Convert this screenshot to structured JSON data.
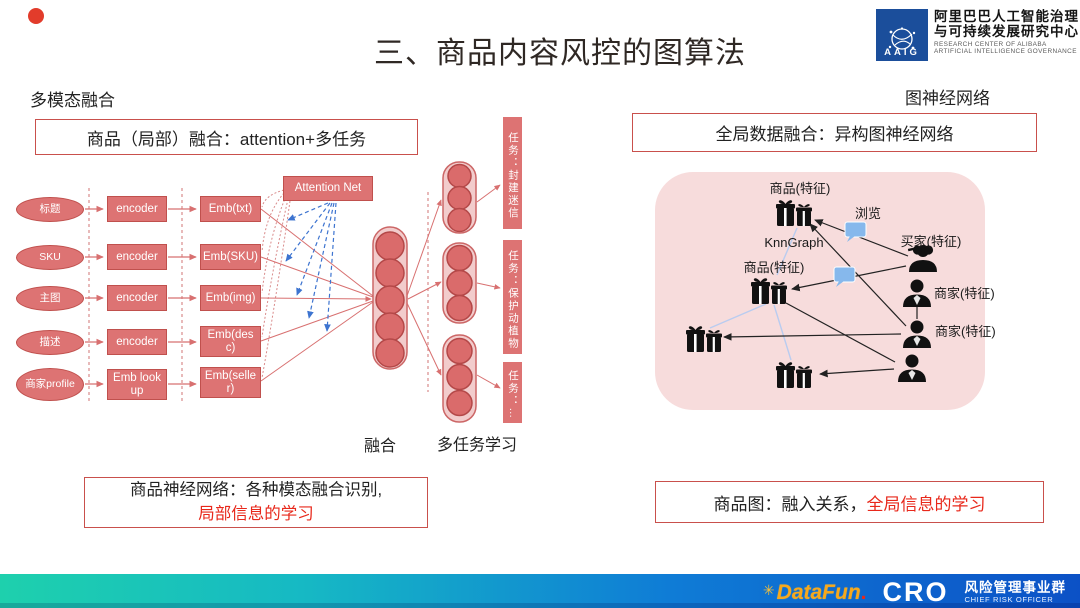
{
  "header": {
    "title": "三、商品内容风控的图算法",
    "logo": {
      "abbr": "AAIG",
      "cn_line1": "阿里巴巴人工智能治理",
      "cn_line2": "与可持续发展研究中心",
      "en_line1": "RESEARCH CENTER OF ALIBABA",
      "en_line2": "ARTIFICIAL INTELLIGENCE GOVERNANCE"
    }
  },
  "left": {
    "section_label": "多模态融合",
    "box_title": "商品（局部）融合：attention+多任务",
    "inputs": [
      "标题",
      "SKU",
      "主图",
      "描述",
      "商家profile"
    ],
    "encoders": [
      "encoder",
      "encoder",
      "encoder",
      "encoder",
      "Emb lookup"
    ],
    "embeddings": [
      "Emb(txt)",
      "Emb(SKU)",
      "Emb(img)",
      "Emb(desc)",
      "Emb(seller)"
    ],
    "attention_label": "Attention Net",
    "fusion_label": "融合",
    "multitask_label": "多任务学习",
    "tasks": [
      "任务：封建迷信",
      "任务：保护动植物",
      "任务：…"
    ],
    "caption_line1": "商品神经网络：各种模态融合识别,",
    "caption_line2": "局部信息的学习"
  },
  "right": {
    "section_label": "图神经网络",
    "box_title": "全局数据融合：异构图神经网络",
    "graph_labels": {
      "item1": "商品(特征)",
      "item2": "商品(特征)",
      "buyer": "买家(特征)",
      "seller1": "商家(特征)",
      "seller2": "商家(特征)",
      "browse": "浏览",
      "knn": "KnnGraph"
    },
    "caption_black": "商品图：融入关系，",
    "caption_red": "全局信息的学习"
  },
  "footer": {
    "datafun_star": "✳",
    "datafun_text": "DataFun",
    "datafun_dot": ".",
    "cro": "CRO",
    "dept_cn": "风险管理事业群",
    "dept_en": "CHIEF RISK OFFICER"
  },
  "colors": {
    "node_fill": "#dd7373",
    "node_border": "#c0504d",
    "box_border": "#c9504c",
    "red_text": "#e8281b",
    "pink_bg": "#f7dcdc",
    "footer_teal": "#1ed0ad",
    "footer_blue": "#0c51c6",
    "logo_blue": "#1b4e9b"
  }
}
